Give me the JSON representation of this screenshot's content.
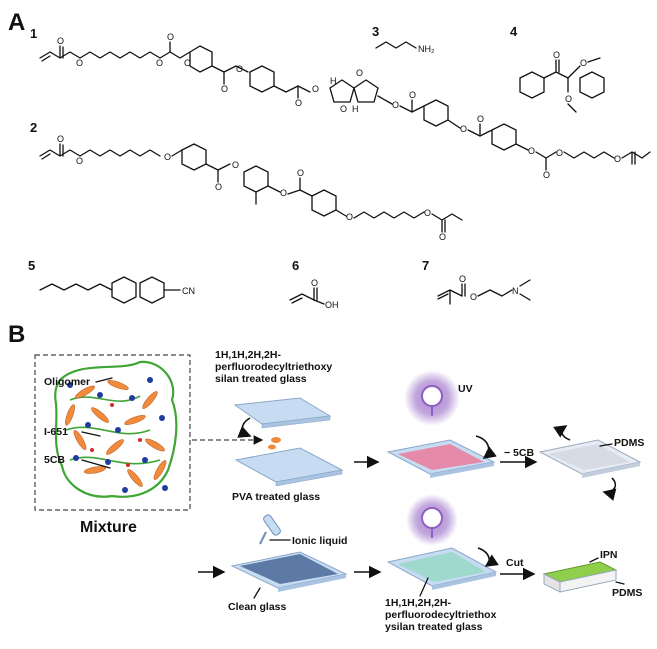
{
  "panels": {
    "a": {
      "letter": "A",
      "compounds": [
        {
          "number": "1"
        },
        {
          "number": "2"
        },
        {
          "number": "3",
          "atom": "NH₂"
        },
        {
          "number": "4"
        },
        {
          "number": "5",
          "atom": "CN"
        },
        {
          "number": "6",
          "atom": "OH"
        },
        {
          "number": "7",
          "atom": "N"
        }
      ],
      "atoms": {
        "o": "O",
        "h": "H"
      }
    },
    "b": {
      "letter": "B",
      "mixture": {
        "title": "Mixture",
        "labels": [
          "Oligomer",
          "I-651",
          "5CB"
        ]
      },
      "top_row": {
        "fluoro_glass": "1H,1H,2H,2H-\nperfluorodecyltriethoxy\nsilan treated glass",
        "pva_glass": "PVA treated glass",
        "uv": "UV",
        "minus_5cb": "− 5CB",
        "pdms": "PDMS"
      },
      "bottom_row": {
        "ionic_liquid": "Ionic liquid",
        "clean_glass": "Clean glass",
        "fluoro_glass": "1H,1H,2H,2H-\nperfluorodecyltriethox\nysilan treated glass",
        "cut": "Cut",
        "ipn": "IPN",
        "pdms": "PDMS"
      }
    }
  },
  "colors": {
    "uv_purple": "#8f5fc0",
    "glass_blue": "#c7dcf2",
    "film_red": "#e58aa8",
    "film_dark": "#5d7aa6",
    "film_teal": "#9fd8cc",
    "ipn_green": "#8fcf4b",
    "oligomer_green": "#3fa535",
    "lc_orange": "#f08a3c",
    "dot_blue": "#1f3c9e"
  }
}
